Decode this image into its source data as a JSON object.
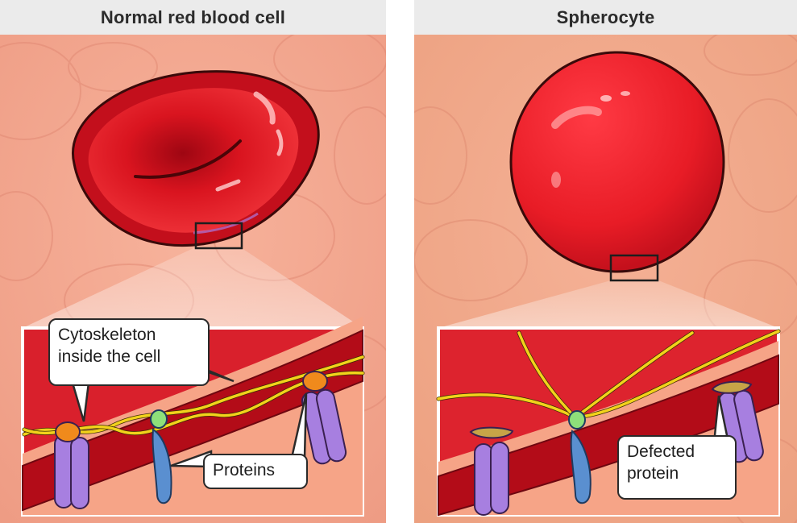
{
  "panels": {
    "left": {
      "title": "Normal red blood cell",
      "callouts": {
        "cytoskeleton": "Cytoskeleton\ninside the cell",
        "proteins": "Proteins"
      }
    },
    "right": {
      "title": "Spherocyte",
      "callouts": {
        "defected": "Defected\nprotein"
      }
    }
  },
  "colors": {
    "background": "#f3a790",
    "cell_red": "#e8242c",
    "membrane_dark": "#b30c18",
    "cytoskeleton_yellow": "#f2d21b",
    "junction_orange": "#f08a1c",
    "anchor_green": "#8ee07a",
    "protein_purple": "#a77fe0",
    "protein_blue": "#5a8fd0",
    "defect_tan": "#c7a447"
  }
}
